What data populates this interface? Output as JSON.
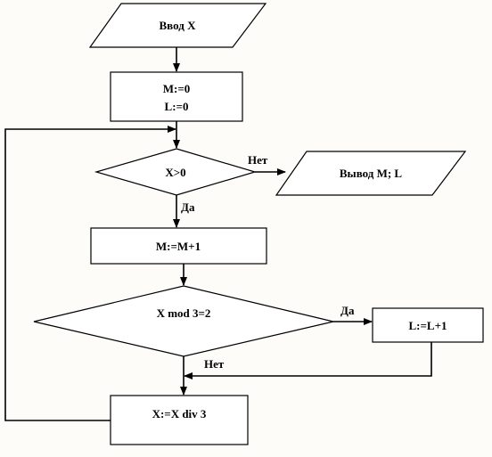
{
  "nodes": {
    "input_x": "Ввод X",
    "init_m": "M:=0",
    "init_l": "L:=0",
    "cond_x_positive": "X>0",
    "output_ml": "Вывод M; L",
    "increment_m": "M:=M+1",
    "cond_mod": "X mod 3=2",
    "increment_l": "L:=L+1",
    "div_x": "X:=X div 3"
  },
  "edge_labels": {
    "x_positive_no": "Нет",
    "x_positive_yes": "Да",
    "mod_yes": "Да",
    "mod_no": "Нет"
  },
  "colors": {
    "stroke": "#000000",
    "fill": "#ffffff",
    "background": "#fdfcf9"
  }
}
